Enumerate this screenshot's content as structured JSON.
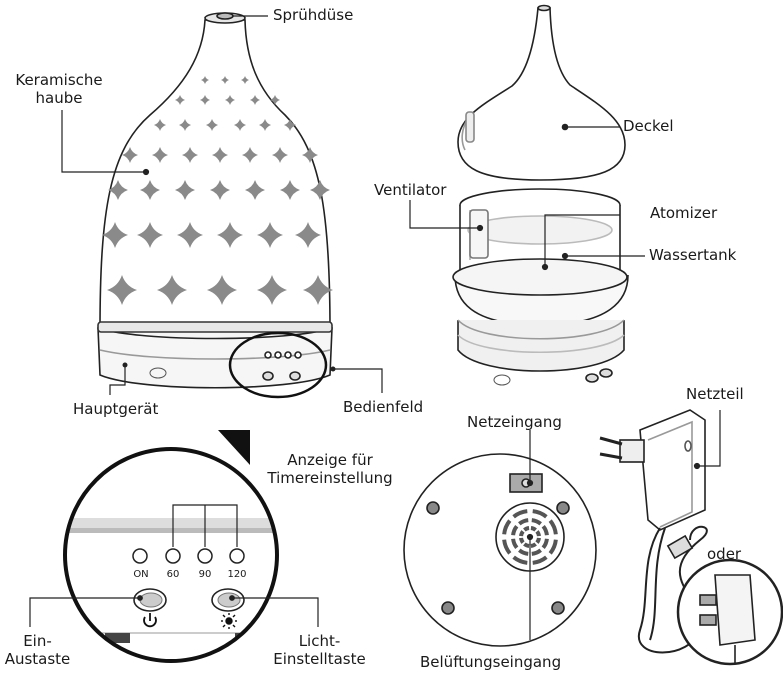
{
  "labels": {
    "spruehduese": "Sprühdüse",
    "keramische_haube_1": "Keramische",
    "keramische_haube_2": "haube",
    "hauptgeraet": "Hauptgerät",
    "bedienfeld": "Bedienfeld",
    "deckel": "Deckel",
    "ventilator": "Ventilator",
    "atomizer": "Atomizer",
    "wassertank": "Wassertank",
    "netzeingang": "Netzeingang",
    "netzteil": "Netzteil",
    "oder": "oder",
    "anzeige_1": "Anzeige für",
    "anzeige_2": "Timereinstellung",
    "ein_austaste_1": "Ein-",
    "ein_austaste_2": "Austaste",
    "licht_1": "Licht-",
    "licht_2": "Einstelltaste",
    "belueftungseingang": "Belüftungseingang"
  },
  "panel": {
    "on": "ON",
    "t60": "60",
    "t90": "90",
    "t120": "120"
  }
}
